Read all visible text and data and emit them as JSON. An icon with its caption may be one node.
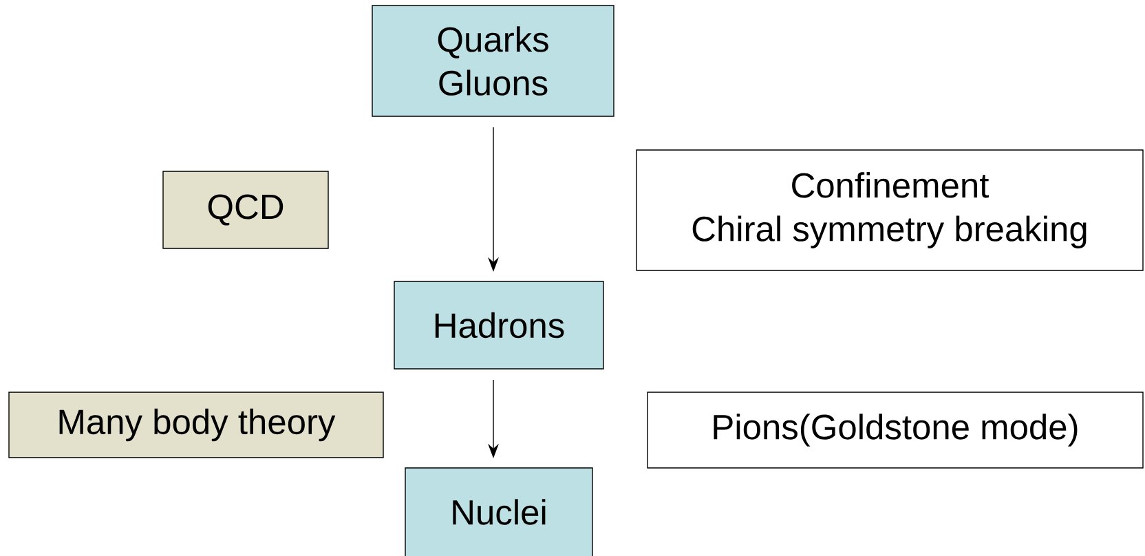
{
  "diagram": {
    "nodes": [
      {
        "text": [
          "Quarks",
          "Gluons"
        ]
      },
      {
        "text": [
          "QCD"
        ]
      },
      {
        "text": [
          "Confinement",
          "Chiral symmetry breaking"
        ]
      },
      {
        "text": [
          "Hadrons"
        ]
      },
      {
        "text": [
          "Many body theory"
        ]
      },
      {
        "text": [
          "Pions(Goldstone mode)"
        ]
      },
      {
        "text": [
          "Nuclei"
        ]
      }
    ],
    "edges": [
      {
        "from": 0,
        "to": 3,
        "arrow": "to"
      },
      {
        "from": 3,
        "to": 6,
        "arrow": "to"
      }
    ]
  }
}
